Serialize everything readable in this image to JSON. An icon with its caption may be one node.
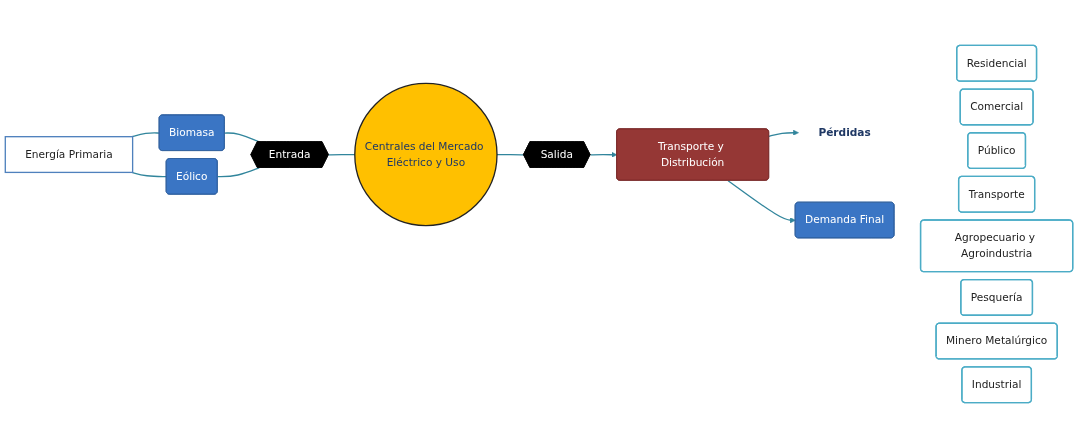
{
  "diagram": {
    "nodes": [
      {
        "text": [
          "Energía Primaria"
        ]
      },
      {
        "text": [
          "Biomasa"
        ]
      },
      {
        "text": [
          "Eólico"
        ]
      },
      {
        "text": [
          "Entrada"
        ]
      },
      {
        "text": [
          "Centrales del Mercado Eléctrico y Uso"
        ]
      },
      {
        "text": [
          "Salida"
        ]
      },
      {
        "text": [
          "Transporte y Distribución"
        ]
      },
      {
        "text": [
          "Pérdidas"
        ]
      },
      {
        "text": [
          "Demanda Final"
        ]
      },
      {
        "text": [
          "Residencial"
        ]
      },
      {
        "text": [
          "Comercial"
        ]
      },
      {
        "text": [
          "Público"
        ]
      },
      {
        "text": [
          "Transporte"
        ]
      },
      {
        "text": [
          "Agropecuario y Agroindustria"
        ]
      },
      {
        "text": [
          "Pesquería"
        ]
      },
      {
        "text": [
          "Minero Metalúrgico"
        ]
      },
      {
        "text": [
          "Industrial"
        ]
      }
    ],
    "edges": [
      {
        "from": 0,
        "to": 1,
        "arrow": "none"
      },
      {
        "from": 0,
        "to": 2,
        "arrow": "none"
      },
      {
        "from": 1,
        "to": 3,
        "arrow": "none"
      },
      {
        "from": 2,
        "to": 3,
        "arrow": "none"
      },
      {
        "from": 3,
        "to": 4,
        "arrow": "none"
      },
      {
        "from": 4,
        "to": 5,
        "arrow": "none"
      },
      {
        "from": 5,
        "to": 6,
        "arrow": "to"
      },
      {
        "from": 6,
        "to": 7,
        "arrow": "to"
      },
      {
        "from": 6,
        "to": 8,
        "arrow": "to"
      }
    ]
  }
}
